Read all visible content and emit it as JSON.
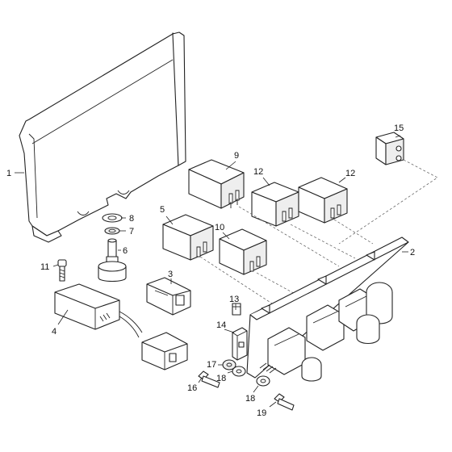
{
  "diagram": {
    "callouts": {
      "c1": "1",
      "c2": "2",
      "c3": "3",
      "c4": "4",
      "c5": "5",
      "c6": "6",
      "c7": "7",
      "c8": "8",
      "c9": "9",
      "c10": "10",
      "c11": "11",
      "c12a": "12",
      "c12b": "12",
      "c13": "13",
      "c14": "14",
      "c15": "15",
      "c16": "16",
      "c17": "17",
      "c18a": "18",
      "c18b": "18",
      "c19": "19"
    }
  }
}
